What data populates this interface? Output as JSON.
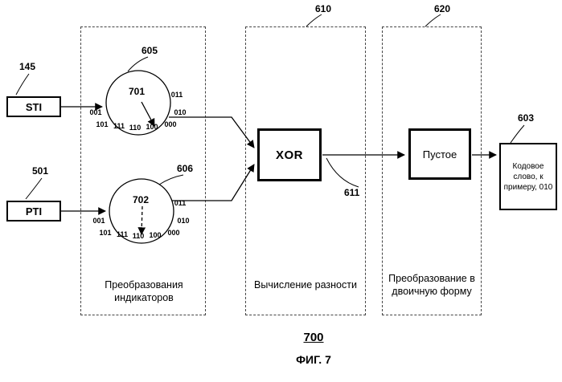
{
  "figure": {
    "number": "700",
    "caption": "ФИГ. 7"
  },
  "inputs": {
    "sti": {
      "label": "STI",
      "ref": "145"
    },
    "pti": {
      "label": "PTI",
      "ref": "501"
    }
  },
  "stages": {
    "mapping": {
      "caption": "Преобразования индикаторов"
    },
    "difference": {
      "ref": "610",
      "caption": "Вычисление разности"
    },
    "binary": {
      "ref": "620",
      "caption": "Преобразование в двоичную форму"
    }
  },
  "circles": {
    "top": {
      "ref": "605",
      "pointer_ref": "701"
    },
    "bottom": {
      "ref": "606",
      "pointer_ref": "702"
    },
    "labels": [
      "011",
      "010",
      "000",
      "100",
      "110",
      "111",
      "101",
      "001"
    ]
  },
  "blocks": {
    "xor": {
      "label": "XOR",
      "out_ref": "611"
    },
    "empty": {
      "label": "Пустое"
    },
    "codeword": {
      "label": "Кодовое слово, к примеру, 010",
      "ref": "603"
    }
  }
}
